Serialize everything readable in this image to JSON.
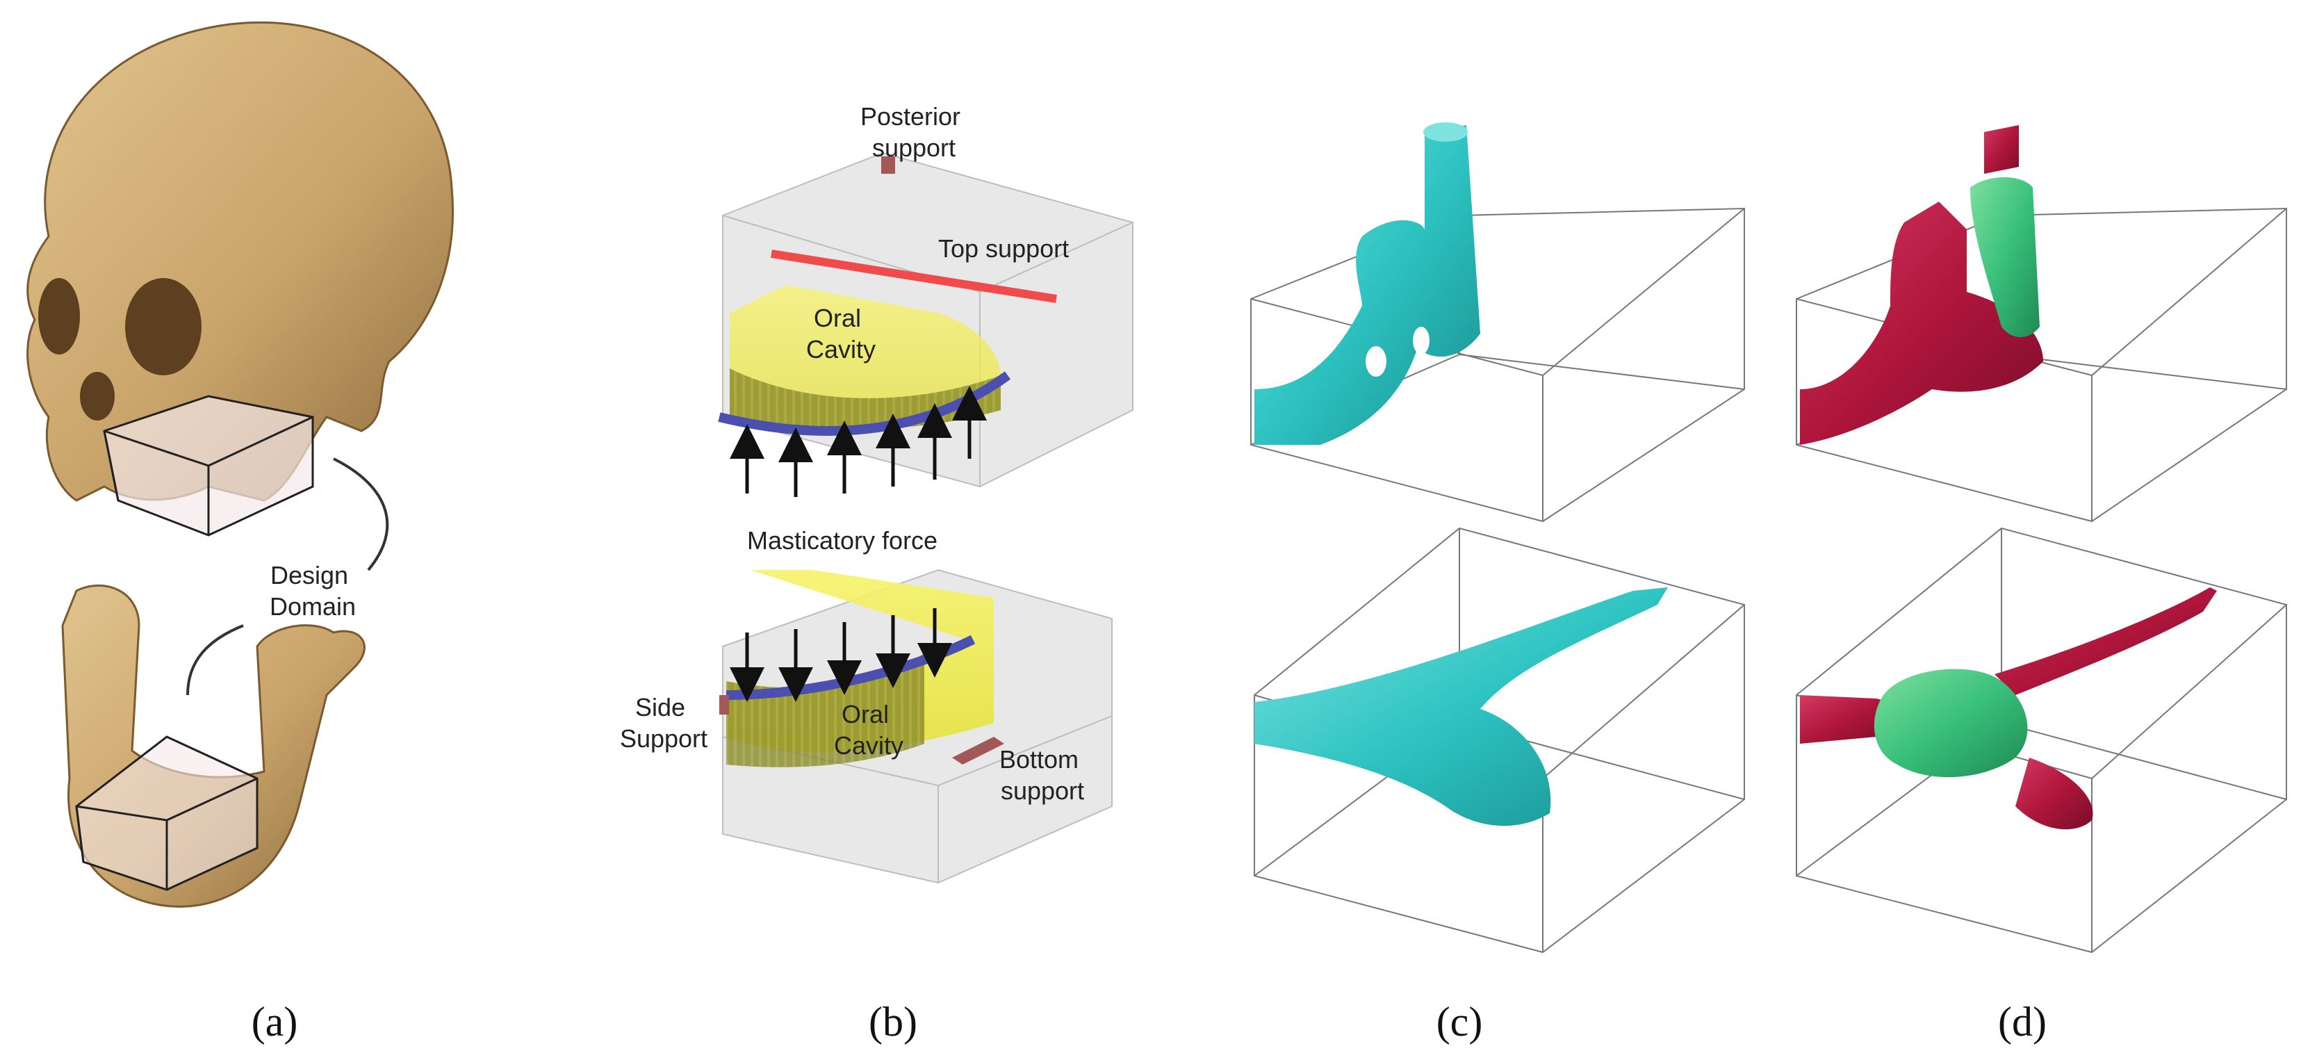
{
  "panel_a": {
    "design_domain_label": "Design\nDomain",
    "caption": "(a)"
  },
  "panel_b": {
    "posterior_support": "Posterior\nsupport",
    "top_support": "Top support",
    "oral_cavity_top": "Oral\nCavity",
    "masticatory_force": "Masticatory force",
    "side_support": "Side\nSupport",
    "oral_cavity_bottom": "Oral\nCavity",
    "bottom_support": "Bottom\nsupport",
    "caption": "(b)"
  },
  "panel_c": {
    "caption": "(c)"
  },
  "panel_d": {
    "caption": "(d)"
  },
  "colors": {
    "bone": "#c9a46a",
    "cyan": "#2ec4c2",
    "crimson": "#b0163c",
    "green": "#38c07a",
    "yellow": "#f3ef3c",
    "blue_band": "#4a4fb0",
    "red_support": "#ef4b4b",
    "brown_support": "#a35858"
  }
}
